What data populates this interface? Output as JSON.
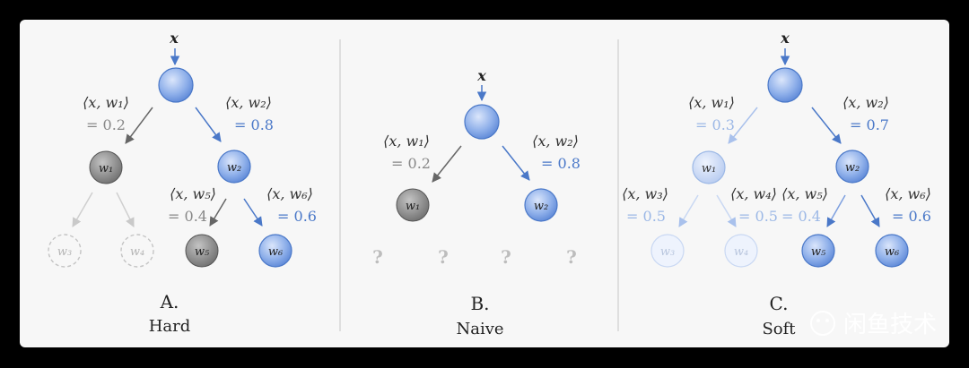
{
  "input_label": "x",
  "panels": {
    "hard": {
      "letter": "A.",
      "name": "Hard",
      "edge_w1": "⟨x, w₁⟩",
      "val_w1": "= 0.2",
      "edge_w2": "⟨x, w₂⟩",
      "val_w2": "= 0.8",
      "edge_w5": "⟨x, w₅⟩",
      "val_w5": "= 0.4",
      "edge_w6": "⟨x, w₆⟩",
      "val_w6": "= 0.6",
      "node_w1": "w₁",
      "node_w2": "w₂",
      "node_w3": "w₃",
      "node_w4": "w₄",
      "node_w5": "w₅",
      "node_w6": "w₆"
    },
    "naive": {
      "letter": "B.",
      "name": "Naive",
      "edge_w1": "⟨x, w₁⟩",
      "val_w1": "= 0.2",
      "edge_w2": "⟨x, w₂⟩",
      "val_w2": "= 0.8",
      "node_w1": "w₁",
      "node_w2": "w₂",
      "unknown": "?"
    },
    "soft": {
      "letter": "C.",
      "name": "Soft",
      "edge_w1": "⟨x, w₁⟩",
      "val_w1": "= 0.3",
      "edge_w2": "⟨x, w₂⟩",
      "val_w2": "= 0.7",
      "edge_w3": "⟨x, w₃⟩",
      "val_w3": "= 0.5",
      "edge_w4": "⟨x, w₄⟩",
      "val_w4": "= 0.5",
      "edge_w5": "⟨x, w₅⟩",
      "val_w5": "= 0.4",
      "edge_w6": "⟨x, w₆⟩",
      "val_w6": "= 0.6",
      "node_w1": "w₁",
      "node_w2": "w₂",
      "node_w3": "w₃",
      "node_w4": "w₄",
      "node_w5": "w₅",
      "node_w6": "w₆"
    }
  },
  "watermark": "闲鱼技术",
  "colors": {
    "blue": "#4a78c8",
    "blue_light": "#9cb8e6",
    "gray": "#666666",
    "gray_light": "#bdbdbd"
  }
}
